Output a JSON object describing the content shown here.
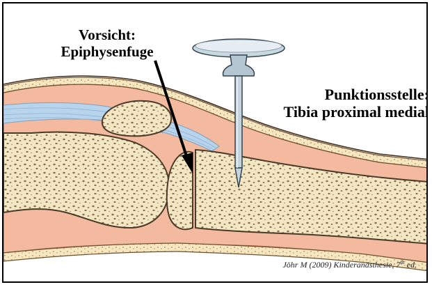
{
  "labels": {
    "warning_line1": "Vorsicht:",
    "warning_line2": "Epiphysenfuge",
    "site_line1": "Punktionsstelle:",
    "site_line2": "Tibia proximal medial"
  },
  "citation": {
    "main": "Jöhr M (2009) Kinderanästhesie, 7",
    "superscript": "th",
    "suffix": " ed."
  },
  "colors": {
    "skin": "#f4ba9f",
    "skin_edge": "#b06a4a",
    "fat_stripe": "#f6e7c1",
    "bone": "#f2e6c3",
    "bone_outline": "#4a3a2a",
    "tendon": "#b8d4ec",
    "needle": "#b3c6d1",
    "arrow": "#000000"
  },
  "icons": {
    "needle": "intraosseous-needle-icon",
    "arrow": "arrow-icon"
  }
}
